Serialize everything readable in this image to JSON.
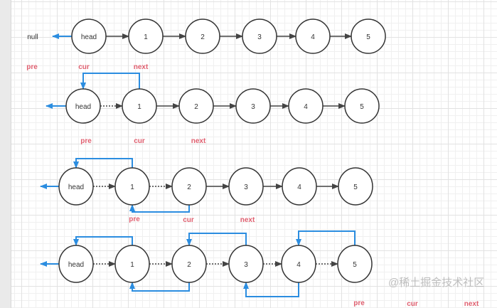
{
  "null_label": "null",
  "pointer_labels": {
    "pre": "pre",
    "cur": "cur",
    "next": "next"
  },
  "node_labels": [
    "head",
    "1",
    "2",
    "3",
    "4",
    "5"
  ],
  "watermark": "@稀土掘金技术社区",
  "colors": {
    "pointer_text": "#e06070",
    "reverse_link": "#2b8de0",
    "node_stroke": "#333333",
    "forward_link": "#444444"
  },
  "steps": [
    {
      "pointers": [
        "pre",
        "cur",
        "next"
      ],
      "reversed_links": 0
    },
    {
      "pointers": [
        "pre",
        "cur",
        "next"
      ],
      "reversed_links": 1
    },
    {
      "pointers": [
        "pre",
        "cur",
        "next"
      ],
      "reversed_links": 2
    },
    {
      "pointers": [
        "pre",
        "cur",
        "next"
      ],
      "reversed_links": 5
    }
  ]
}
